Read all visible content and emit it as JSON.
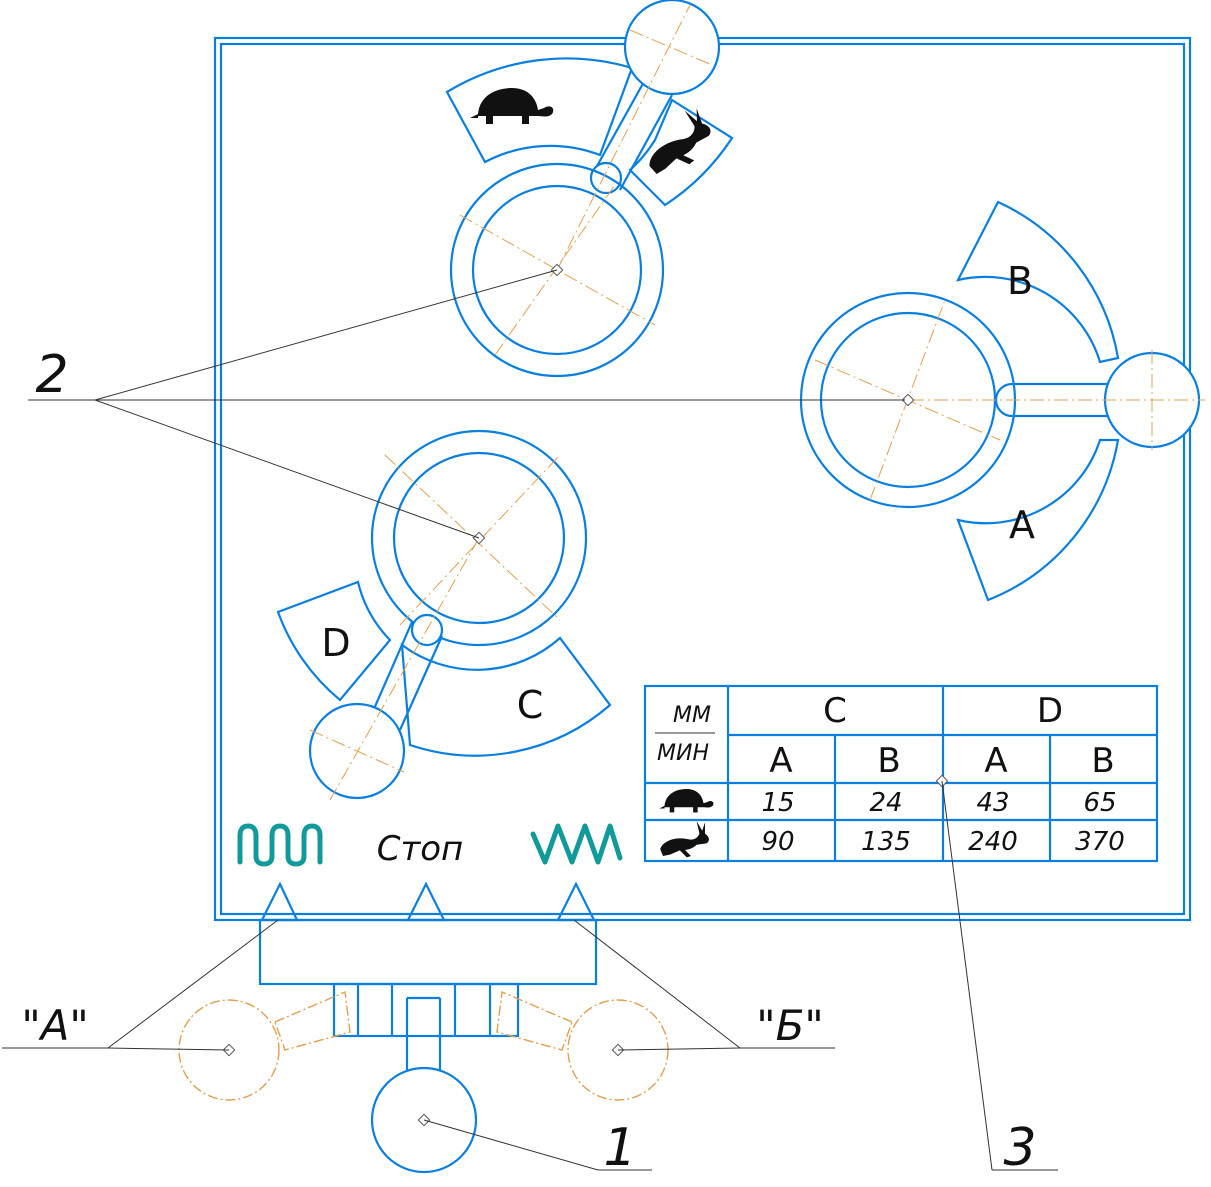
{
  "colors": {
    "outline": "#0a7fe0",
    "centerline": "#e0a050",
    "leader": "#333333",
    "mode_icon": "#119a9a"
  },
  "callouts": {
    "handle": "1",
    "knobs": "2",
    "table": "3",
    "position_a": "\"A\"",
    "position_b": "\"Б\""
  },
  "dials": {
    "speed_selector": {
      "slow_icon": "turtle-icon",
      "fast_icon": "rabbit-icon"
    },
    "range_selector": {
      "upper_label": "B",
      "lower_label": "A"
    },
    "feed_selector": {
      "left_label": "D",
      "right_label": "C"
    }
  },
  "mode_switch": {
    "left_icon": "square-wave-icon",
    "center_label": "Стоп",
    "right_icon": "sawtooth-wave-icon"
  },
  "table": {
    "unit_top": "ММ",
    "unit_bottom": "МИН",
    "group_headers": [
      "C",
      "D"
    ],
    "sub_headers": [
      "A",
      "B",
      "A",
      "B"
    ],
    "rows": [
      {
        "icon": "turtle-icon",
        "values": [
          "15",
          "24",
          "43",
          "65"
        ]
      },
      {
        "icon": "rabbit-icon",
        "values": [
          "90",
          "135",
          "240",
          "370"
        ]
      }
    ]
  }
}
